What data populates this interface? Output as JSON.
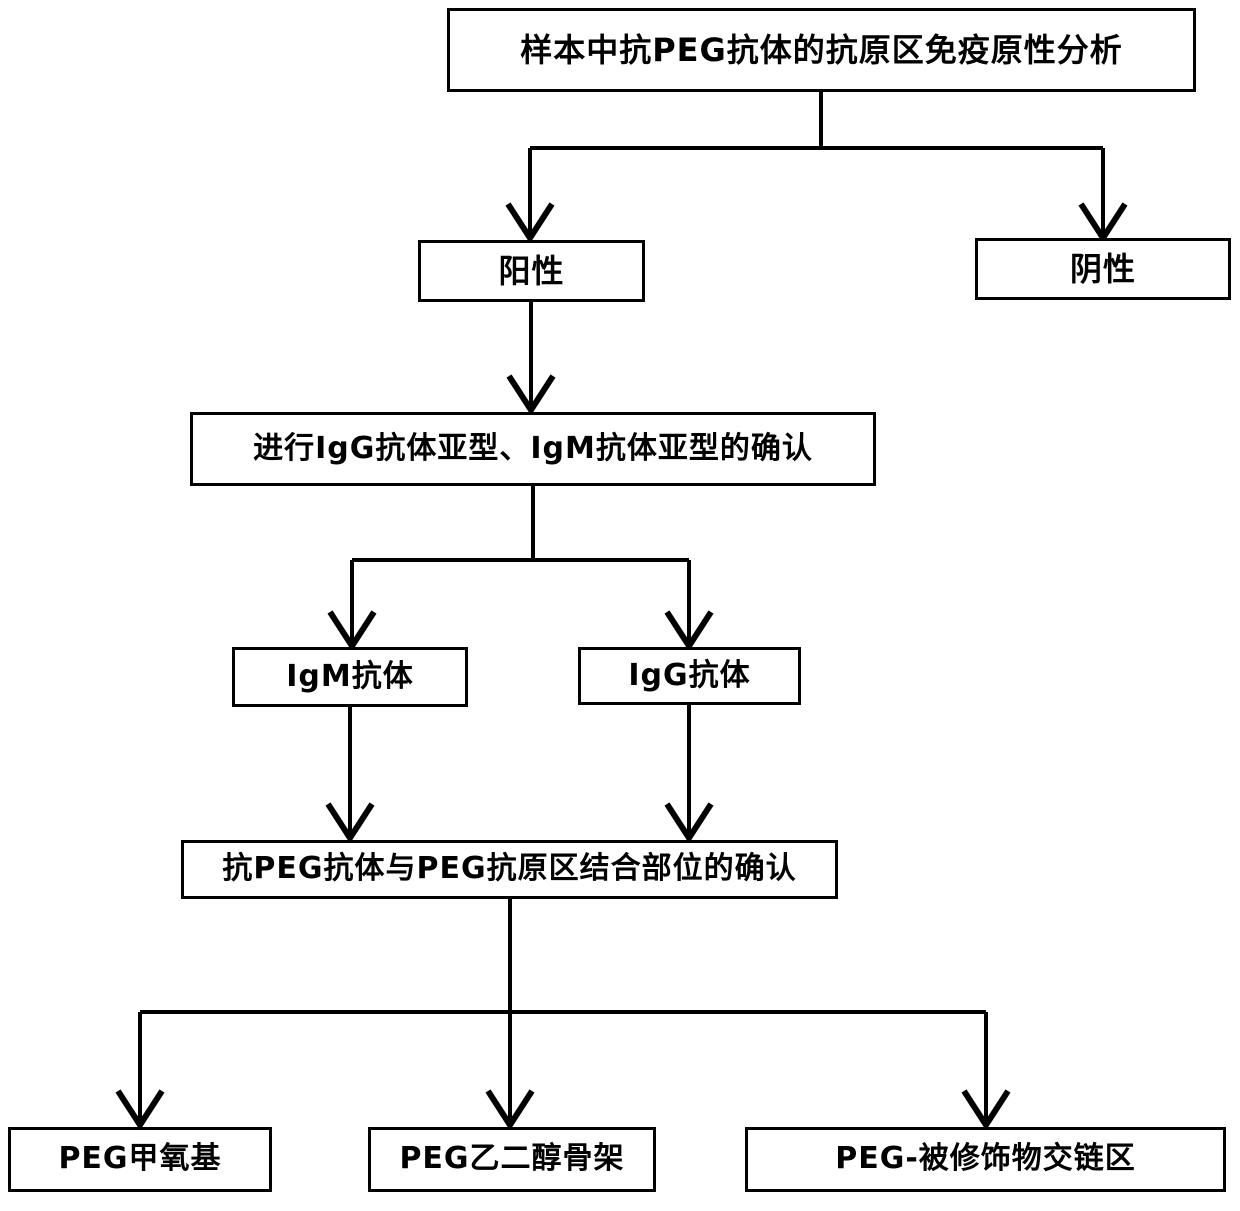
{
  "nodes": {
    "root": "样本中抗PEG抗体的抗原区免疫原性分析",
    "positive": "阳性",
    "negative": "阴性",
    "subtype_confirm": "进行IgG抗体亚型、IgM抗体亚型的确认",
    "igm": "IgM抗体",
    "igg": "IgG抗体",
    "binding_confirm": "抗PEG抗体与PEG抗原区结合部位的确认",
    "methoxy": "PEG甲氧基",
    "glycol_backbone": "PEG乙二醇骨架",
    "crosslink": "PEG-被修饰物交链区"
  },
  "colors": {
    "line": "#000000",
    "background": "#ffffff"
  }
}
